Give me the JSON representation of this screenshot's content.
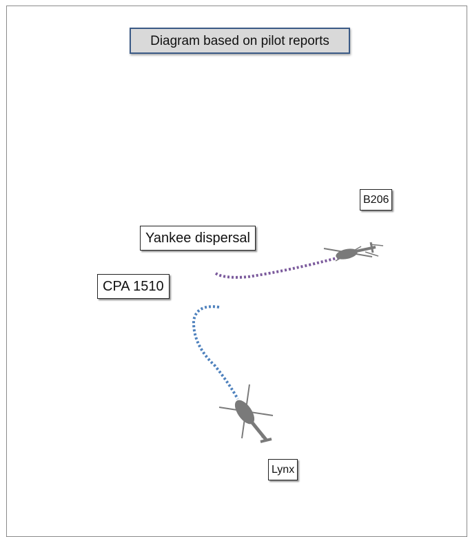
{
  "title": "Diagram based on pilot reports",
  "labels": {
    "yankee": "Yankee dispersal",
    "cpa": "CPA 1510",
    "b206": "B206",
    "lynx": "Lynx"
  },
  "colors": {
    "b206_track": "#7b5a9c",
    "lynx_track": "#4e81bd",
    "aircraft": "#7a7a7a",
    "title_border": "#3b5a86",
    "title_fill": "#d9d9d9"
  },
  "icons": {
    "b206": "helicopter-icon",
    "lynx": "helicopter-icon"
  }
}
